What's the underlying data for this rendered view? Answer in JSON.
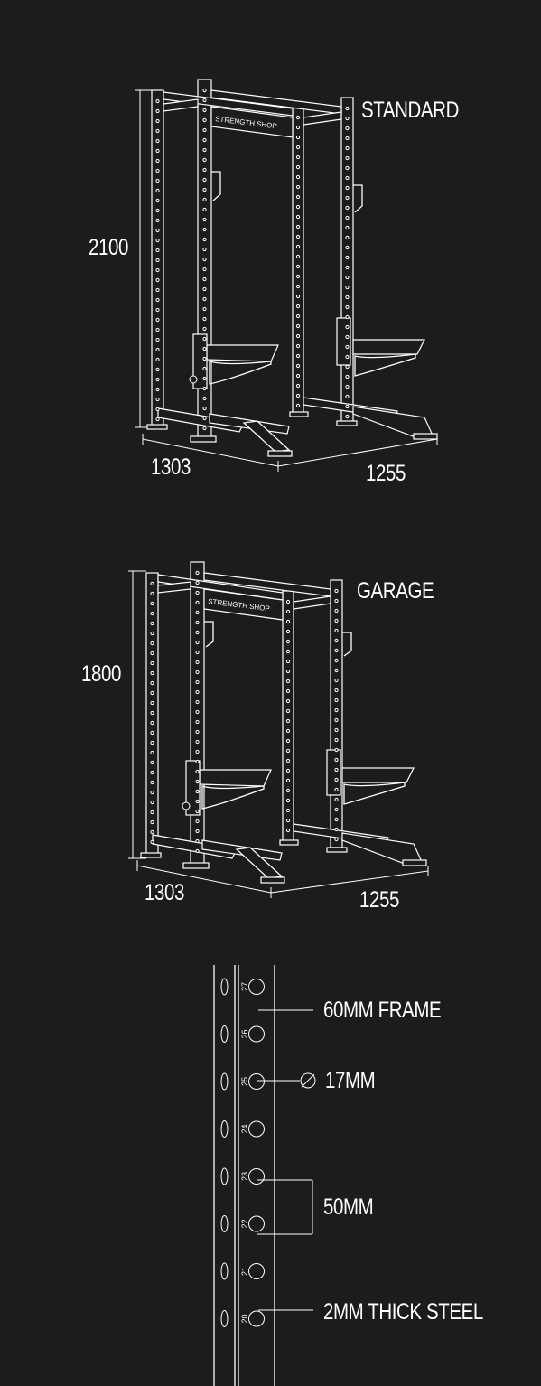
{
  "racks": [
    {
      "name": "STANDARD",
      "height": "2100",
      "depth": "1303",
      "width": "1255",
      "brand": "STRENGTH SHOP"
    },
    {
      "name": "GARAGE",
      "height": "1800",
      "depth": "1303",
      "width": "1255",
      "brand": "STRENGTH SHOP"
    }
  ],
  "detail": {
    "frame": "60MM FRAME",
    "hole_diameter": "17MM",
    "diameter_symbol": "∅",
    "spacing": "50MM",
    "thickness": "2MM THICK STEEL",
    "hole_numbers": [
      "27",
      "26",
      "25",
      "24",
      "23",
      "22",
      "21",
      "20"
    ]
  }
}
